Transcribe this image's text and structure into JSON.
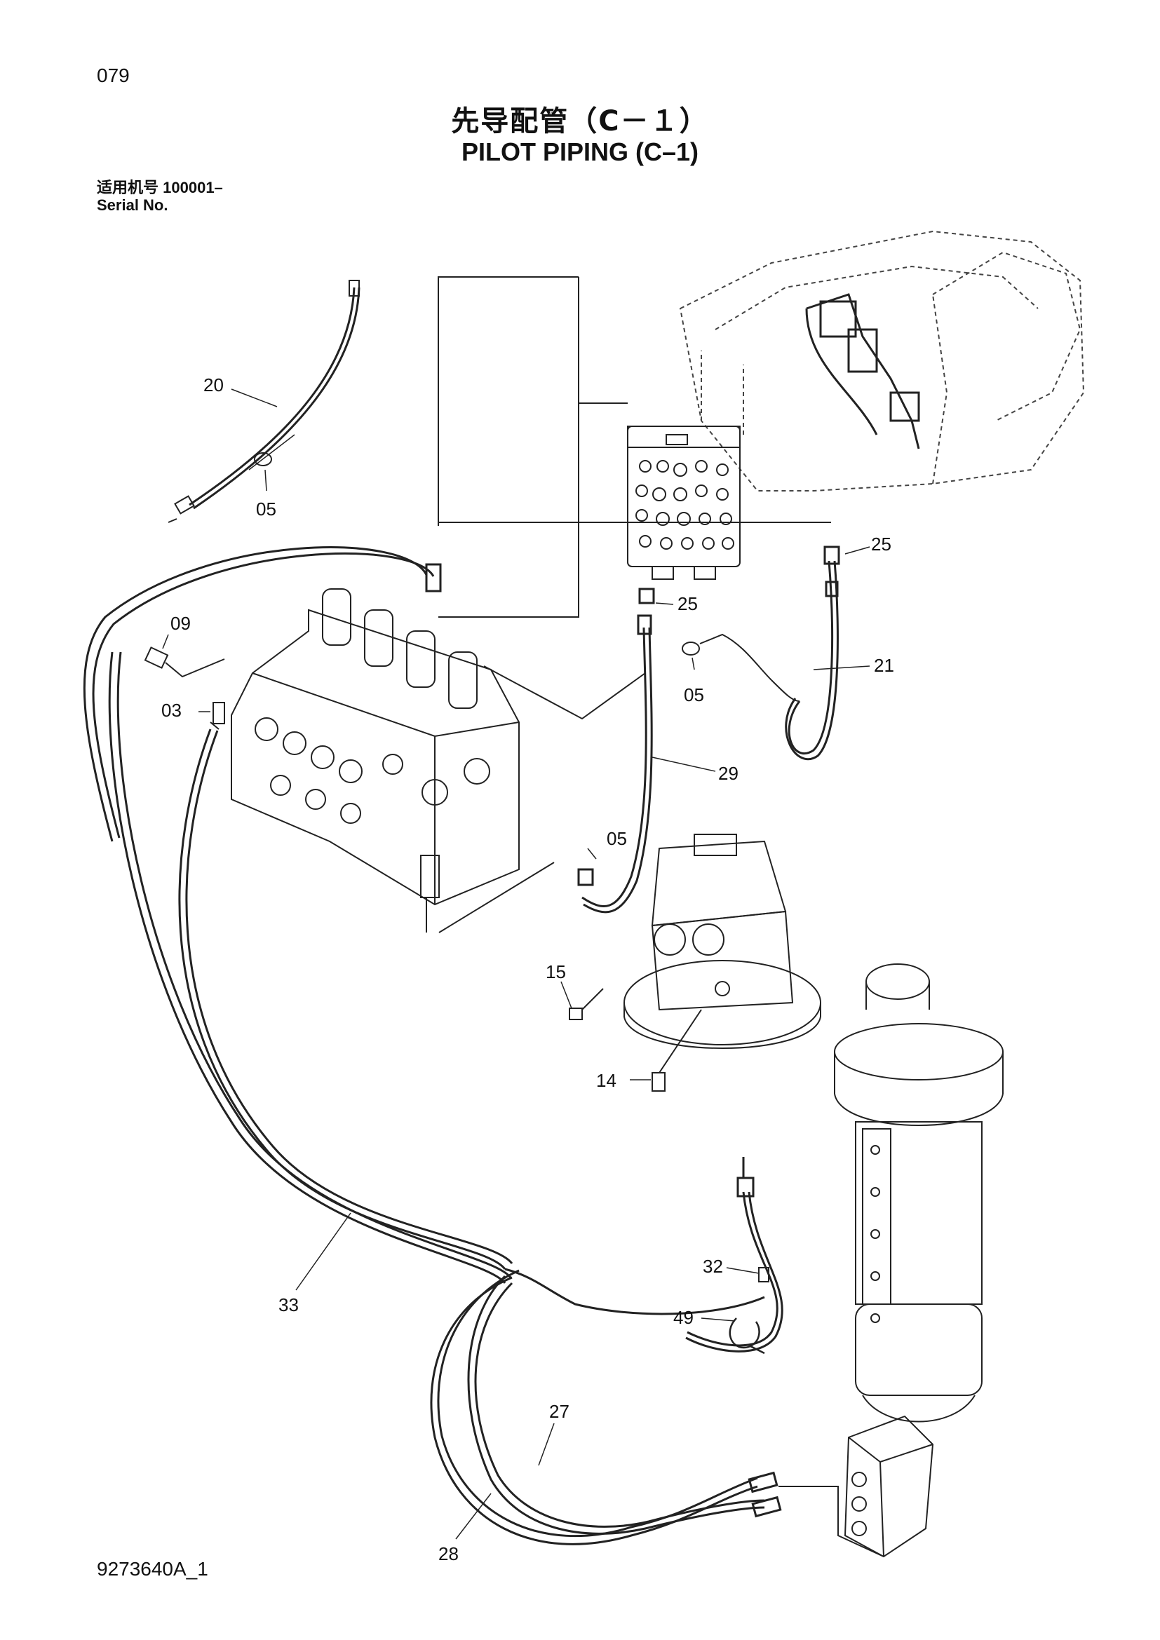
{
  "header": {
    "page_number": "079",
    "title_cn": "先导配管（C－１）",
    "title_en": "PILOT PIPING (C–1)",
    "serial_label_cn": "适用机号",
    "serial_value": "100001–",
    "serial_label_en": "Serial No."
  },
  "footer": {
    "drawing_id": "9273640A_1"
  },
  "callouts": {
    "c20": "20",
    "c05a": "05",
    "c25a": "25",
    "c25b": "25",
    "c09": "09",
    "c03": "03",
    "c05b": "05",
    "c21": "21",
    "c29": "29",
    "c05c": "05",
    "c15": "15",
    "c14": "14",
    "c32": "32",
    "c49": "49",
    "c33": "33",
    "c27": "27",
    "c28": "28"
  }
}
